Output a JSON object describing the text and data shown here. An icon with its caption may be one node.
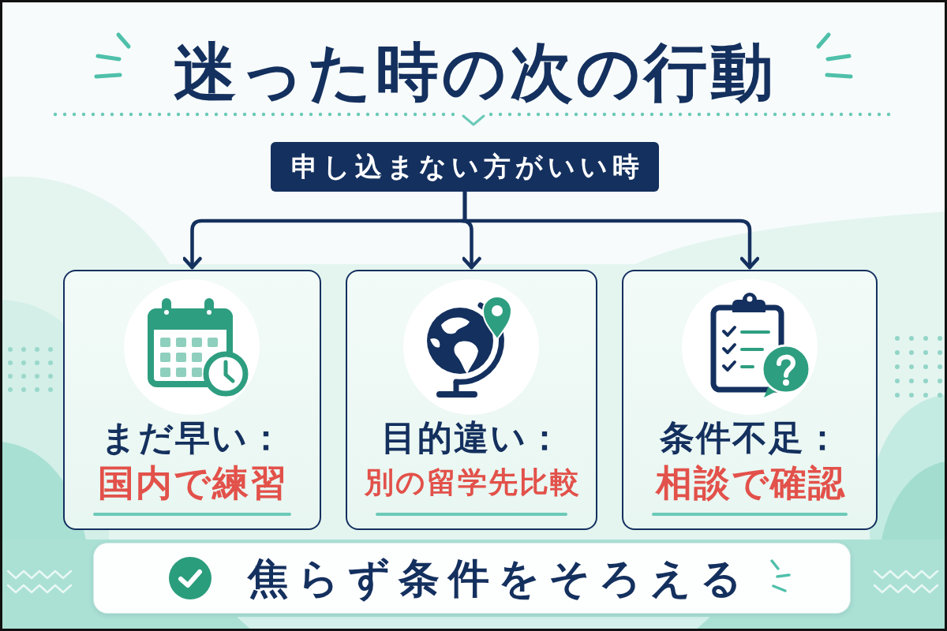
{
  "diagram": {
    "title": "迷った時の次の行動",
    "nodes": [
      {
        "text": [
          "申し込まない方がいい時"
        ]
      },
      {
        "text": [
          "まだ早い：",
          "国内で練習"
        ]
      },
      {
        "text": [
          "目的違い：",
          "別の留学先比較"
        ]
      },
      {
        "text": [
          "条件不足：",
          "相談で確認"
        ]
      },
      {
        "text": [
          "焦らず条件をそろえる"
        ]
      }
    ],
    "edges": [
      {
        "from": 0,
        "to": 1,
        "arrow": "to"
      },
      {
        "from": 0,
        "to": 2,
        "arrow": "to"
      },
      {
        "from": 0,
        "to": 3,
        "arrow": "to"
      }
    ]
  }
}
